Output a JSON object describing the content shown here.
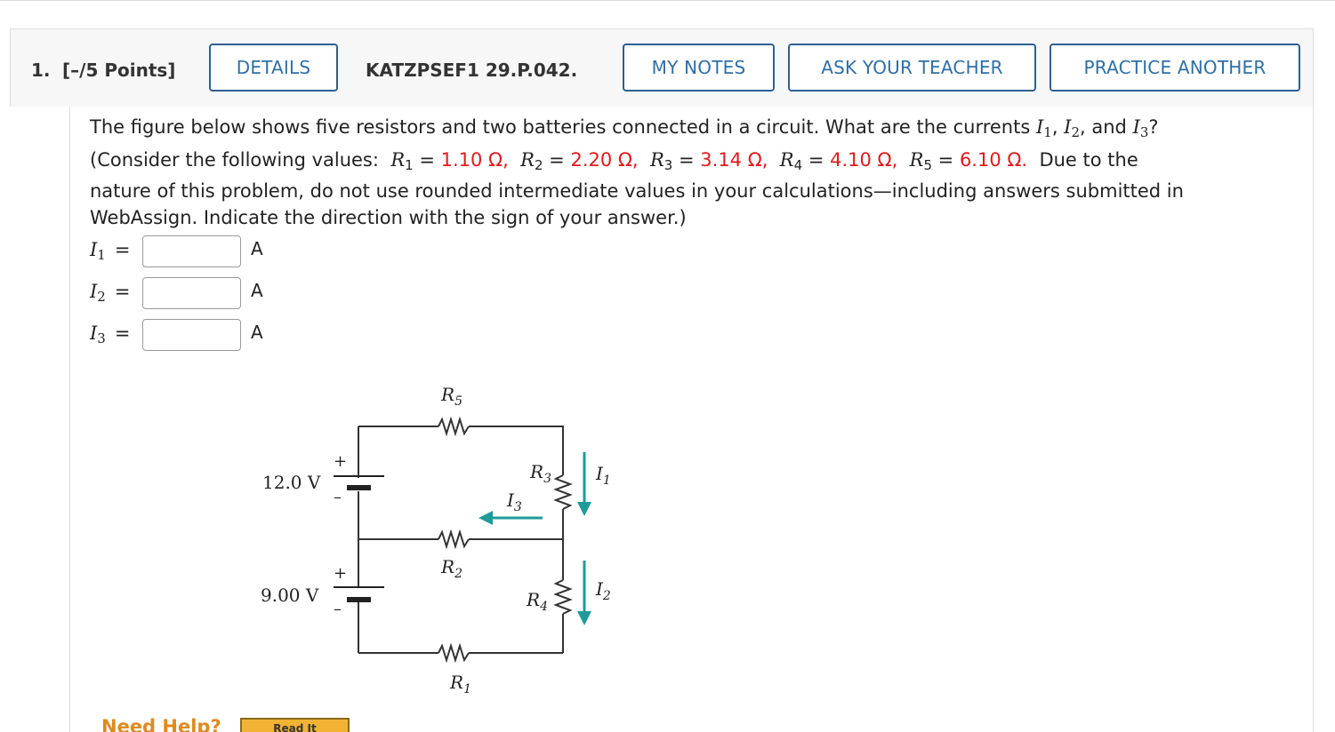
{
  "header": {
    "question_number": "1.",
    "points": "[–/5 Points]",
    "details_label": "DETAILS",
    "problem_code": "KATZPSEF1 29.P.042.",
    "my_notes_label": "MY NOTES",
    "ask_teacher_label": "ASK YOUR TEACHER",
    "practice_label": "PRACTICE ANOTHER"
  },
  "question": {
    "line1_text": "The figure below shows five resistors and two batteries connected in a circuit. What are the currents ",
    "line1_end": "?",
    "consider": "(Consider the following values:",
    "r1": "1.10 Ω,",
    "r2": "2.20 Ω,",
    "r3": "3.14 Ω,",
    "r4": "4.10 Ω,",
    "r5": "6.10 Ω.",
    "due": "Due to the",
    "line3": "nature of this problem, do not use rounded intermediate values in your calculations—including answers submitted in",
    "line4": "WebAssign. Indicate the direction with the sign of your answer.)"
  },
  "answers": [
    {
      "label": "I",
      "sub": "1",
      "unit": "A",
      "value": ""
    },
    {
      "label": "I",
      "sub": "2",
      "unit": "A",
      "value": ""
    },
    {
      "label": "I",
      "sub": "3",
      "unit": "A",
      "value": ""
    }
  ],
  "figure": {
    "battery_top": "12.0 V",
    "battery_bottom": "9.00 V",
    "r1": "R",
    "r1_sub": "1",
    "r2": "R",
    "r2_sub": "2",
    "r3": "R",
    "r3_sub": "3",
    "r4": "R",
    "r4_sub": "4",
    "r5": "R",
    "r5_sub": "5",
    "i1": "I",
    "i1_sub": "1",
    "i2": "I",
    "i2_sub": "2",
    "i3": "I",
    "i3_sub": "3",
    "plus": "+",
    "minus": "–",
    "arrow_color": "#1f9a9a"
  },
  "footer": {
    "need_help": "Need Help?",
    "read_it": "Read It"
  },
  "colors": {
    "accent_blue": "#2f6fa6",
    "value_red": "#e3191c",
    "help_orange": "#e08a1e"
  }
}
